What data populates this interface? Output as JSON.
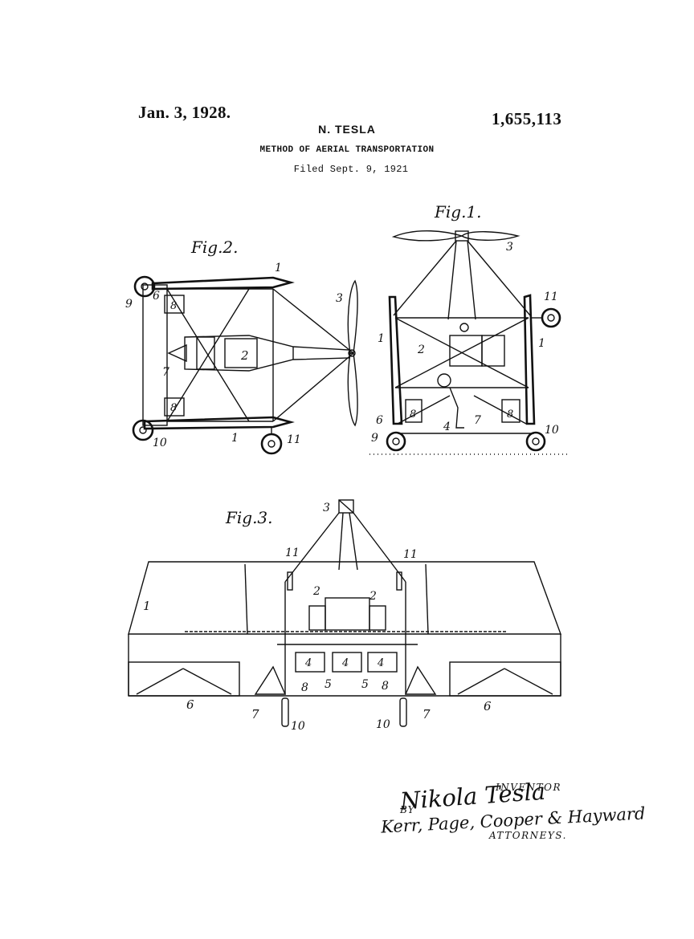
{
  "header": {
    "date": "Jan. 3, 1928.",
    "patent_number": "1,655,113",
    "inventor_name": "N. TESLA",
    "title": "METHOD OF AERIAL TRANSPORTATION",
    "filed": "Filed Sept. 9, 1921"
  },
  "figures": {
    "fig1_label": "Fig.1.",
    "fig2_label": "Fig.2.",
    "fig3_label": "Fig.3."
  },
  "labels": {
    "n1": "1",
    "n2": "2",
    "n3": "3",
    "n4": "4",
    "n5": "5",
    "n6": "6",
    "n7": "7",
    "n8": "8",
    "n9": "9",
    "n10": "10",
    "n11": "11"
  },
  "signature": {
    "inventor_caption": "INVENTOR",
    "inventor_signature": "Nikola Tesla",
    "by": "BY",
    "attorneys_signature": "Kerr, Page, Cooper & Hayward",
    "attorneys_caption": "ATTORNEYS."
  }
}
